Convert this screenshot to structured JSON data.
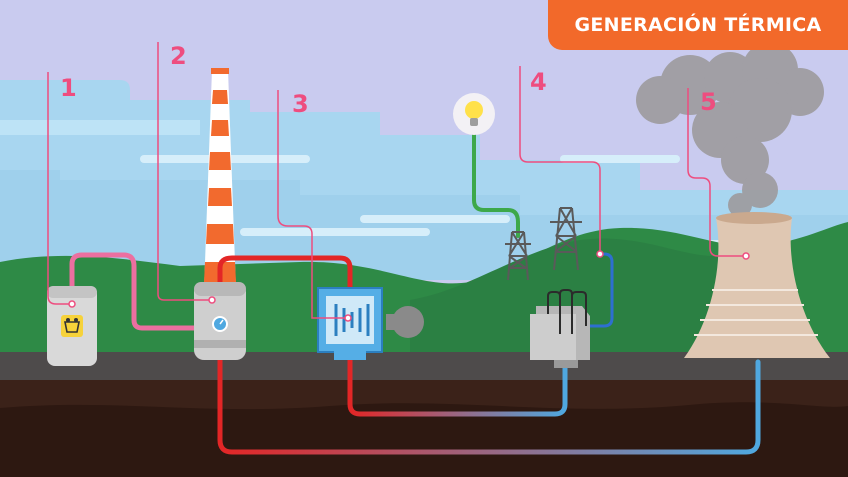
{
  "title": "GENERACIÓN TÉRMICA",
  "labels": [
    "1",
    "2",
    "3",
    "4",
    "5"
  ],
  "colors": {
    "sky": "#c9cbef",
    "badge": "#f2692a",
    "label": "#ee4d7f",
    "hot_pipe": "#e32626",
    "cold_pipe": "#4fa8e0",
    "coal_pipe": "#ec6fa0",
    "power_line": "#3da84a",
    "chimney_stripe": "#f26a2e",
    "hill": "#2e8a46",
    "ground": "#3b2219",
    "road": "#4e4b4b"
  },
  "icons": [
    "coal-cart-icon",
    "gauge-icon",
    "lightbulb-icon",
    "pylon-icon",
    "smoke-icon"
  ]
}
